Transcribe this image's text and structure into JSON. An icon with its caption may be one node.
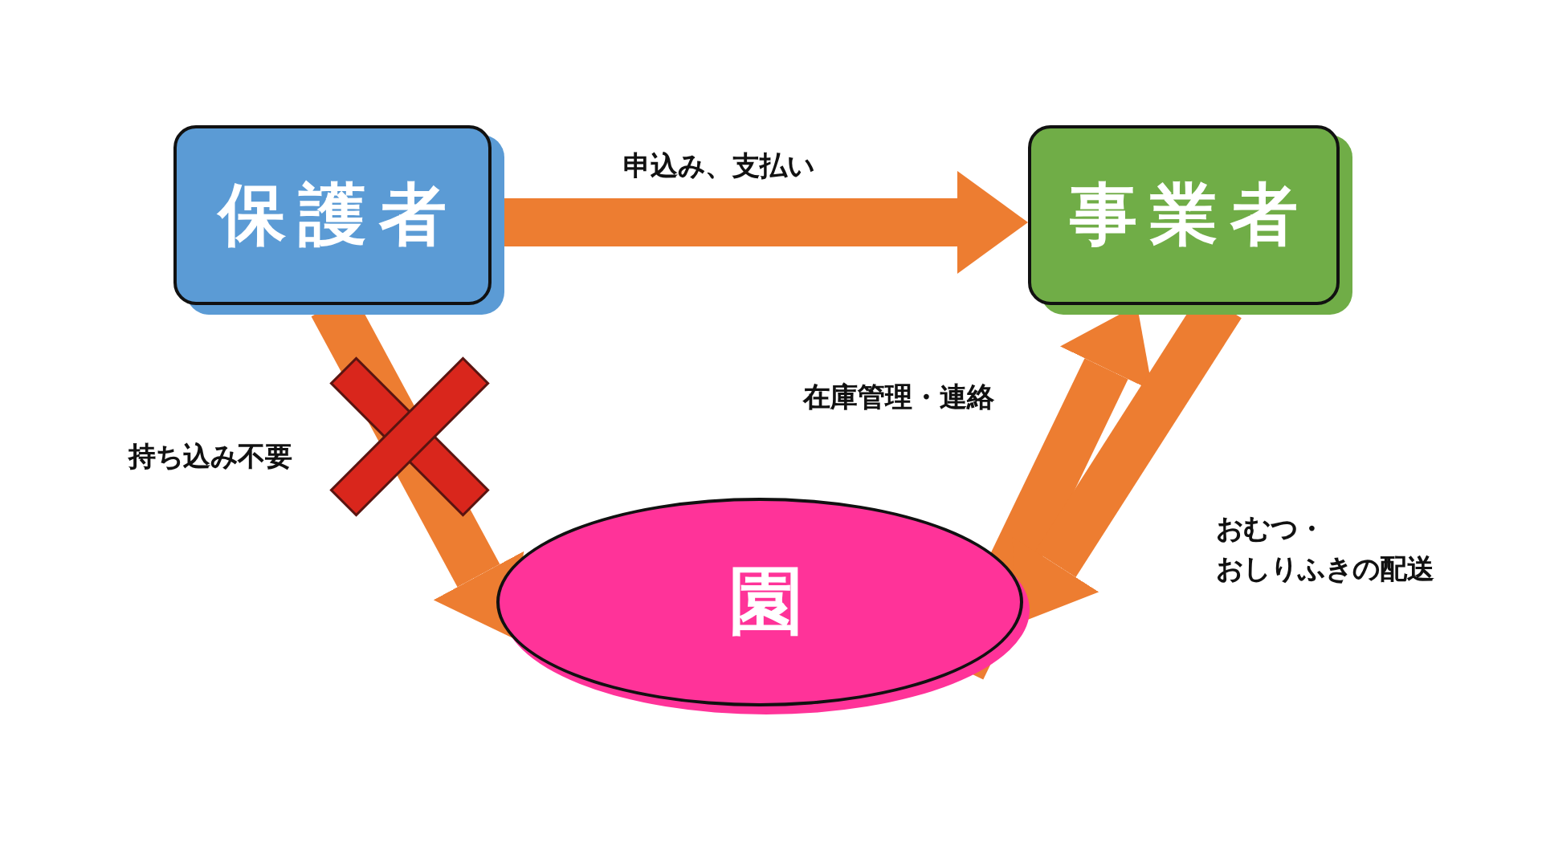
{
  "diagram": {
    "nodes": [
      {
        "text": [
          "保護者"
        ]
      },
      {
        "text": [
          "事業者"
        ]
      },
      {
        "text": [
          "園"
        ]
      }
    ],
    "edges": [
      {
        "from": 0,
        "to": 1,
        "arrow": "to",
        "label": "申込み、支払い"
      },
      {
        "from": 0,
        "to": 2,
        "arrow": "to",
        "label": "持ち込み不要"
      },
      {
        "from": 2,
        "to": 1,
        "arrow": "to",
        "label": "在庫管理・連絡"
      },
      {
        "from": 1,
        "to": 2,
        "arrow": "to",
        "label": "おむつ・おしりふきの配送"
      }
    ]
  }
}
